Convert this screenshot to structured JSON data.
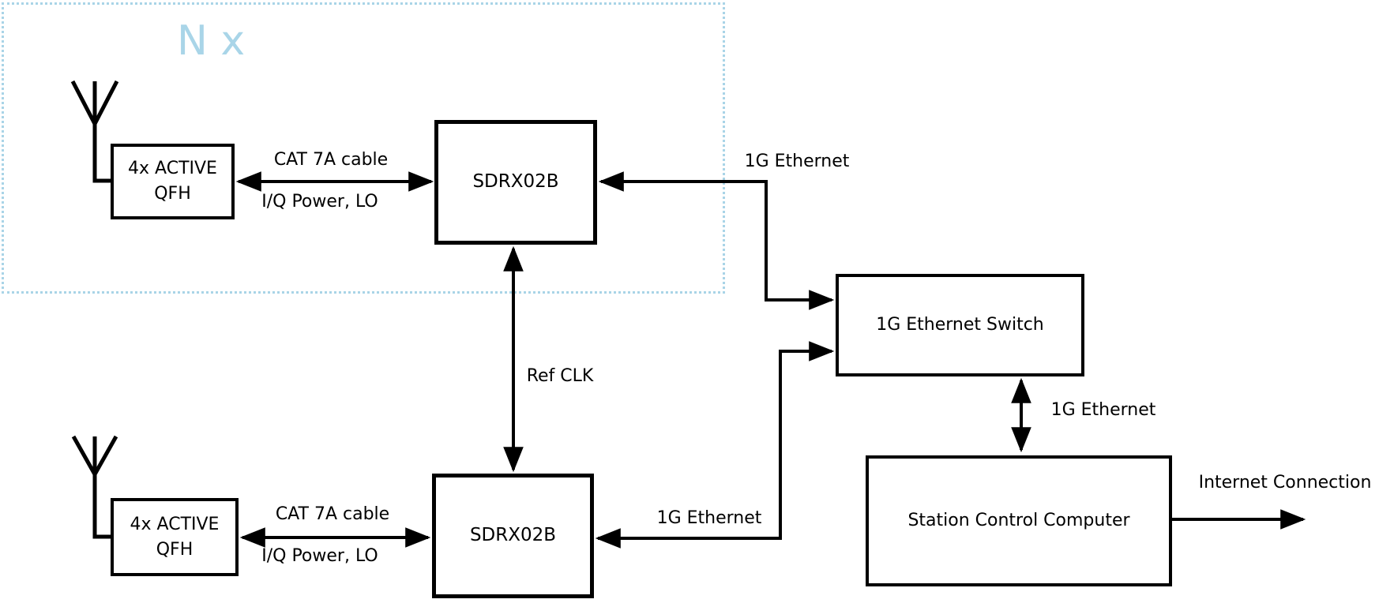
{
  "diagram": {
    "group_multiplier_label": "N x",
    "colors": {
      "accent_blue": "#A9D5E8",
      "dotted_border": "#A9D4E7",
      "line": "#000000",
      "background": "#FFFFFF"
    },
    "nodes": {
      "qfh_top": {
        "label_line1": "4x ACTIVE",
        "label_line2": "QFH"
      },
      "sdrx02b_top": {
        "label": "SDRX02B"
      },
      "qfh_bottom": {
        "label_line1": "4x ACTIVE",
        "label_line2": "QFH"
      },
      "sdrx02b_bottom": {
        "label": "SDRX02B"
      },
      "ethernet_switch": {
        "label": "1G Ethernet Switch"
      },
      "station_computer": {
        "label": "Station Control Computer"
      }
    },
    "links": {
      "cat7a_top": {
        "label_above": "CAT 7A cable",
        "label_below": "I/Q Power, LO"
      },
      "cat7a_bottom": {
        "label_above": "CAT 7A cable",
        "label_below": "I/Q Power, LO"
      },
      "ethernet_top": {
        "label": "1G Ethernet"
      },
      "ethernet_bottom": {
        "label": "1G Ethernet"
      },
      "ref_clk": {
        "label": "Ref CLK"
      },
      "ethernet_switch_computer": {
        "label": "1G Ethernet"
      },
      "internet": {
        "label": "Internet Connection"
      }
    }
  }
}
